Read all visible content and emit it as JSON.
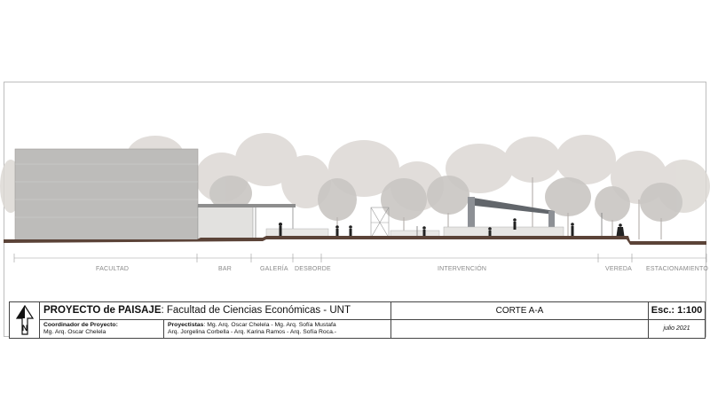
{
  "zones": [
    {
      "label": "FACULTAD"
    },
    {
      "label": "BAR"
    },
    {
      "label": "GALERÍA"
    },
    {
      "label": "DESBORDE"
    },
    {
      "label": "INTERVENCIÓN"
    },
    {
      "label": "VEREDA"
    },
    {
      "label": "ESTACIONAMIENTO"
    }
  ],
  "title_block": {
    "project_prefix": "PROYECTO de PAISAJE",
    "project_suffix": ": Facultad de Ciencias Económicas - UNT",
    "coordinator_label": "Coordinador de Proyecto:",
    "coordinator_name": "Mg. Arq. Oscar Chelela",
    "team_label": "Proyectistas",
    "team_line1": ": Mg. Arq. Oscar Chelela - Mg. Arq. Sofía Mustafa",
    "team_line2": "Arq. Jorgelina Corbella - Arq. Karina Ramos - Arq. Sofía Roca.-",
    "sheet_title": "CORTE A-A",
    "scale": "Esc.: 1:100",
    "date": "julio 2021"
  },
  "icons": {
    "north": "north-arrow-icon"
  },
  "colors": {
    "ground": "#5b4338",
    "tree_far": "#d9d4d0",
    "tree_near": "#c6c3c1",
    "facade": "#b9b9b7",
    "canopy": "#6a6d72"
  }
}
